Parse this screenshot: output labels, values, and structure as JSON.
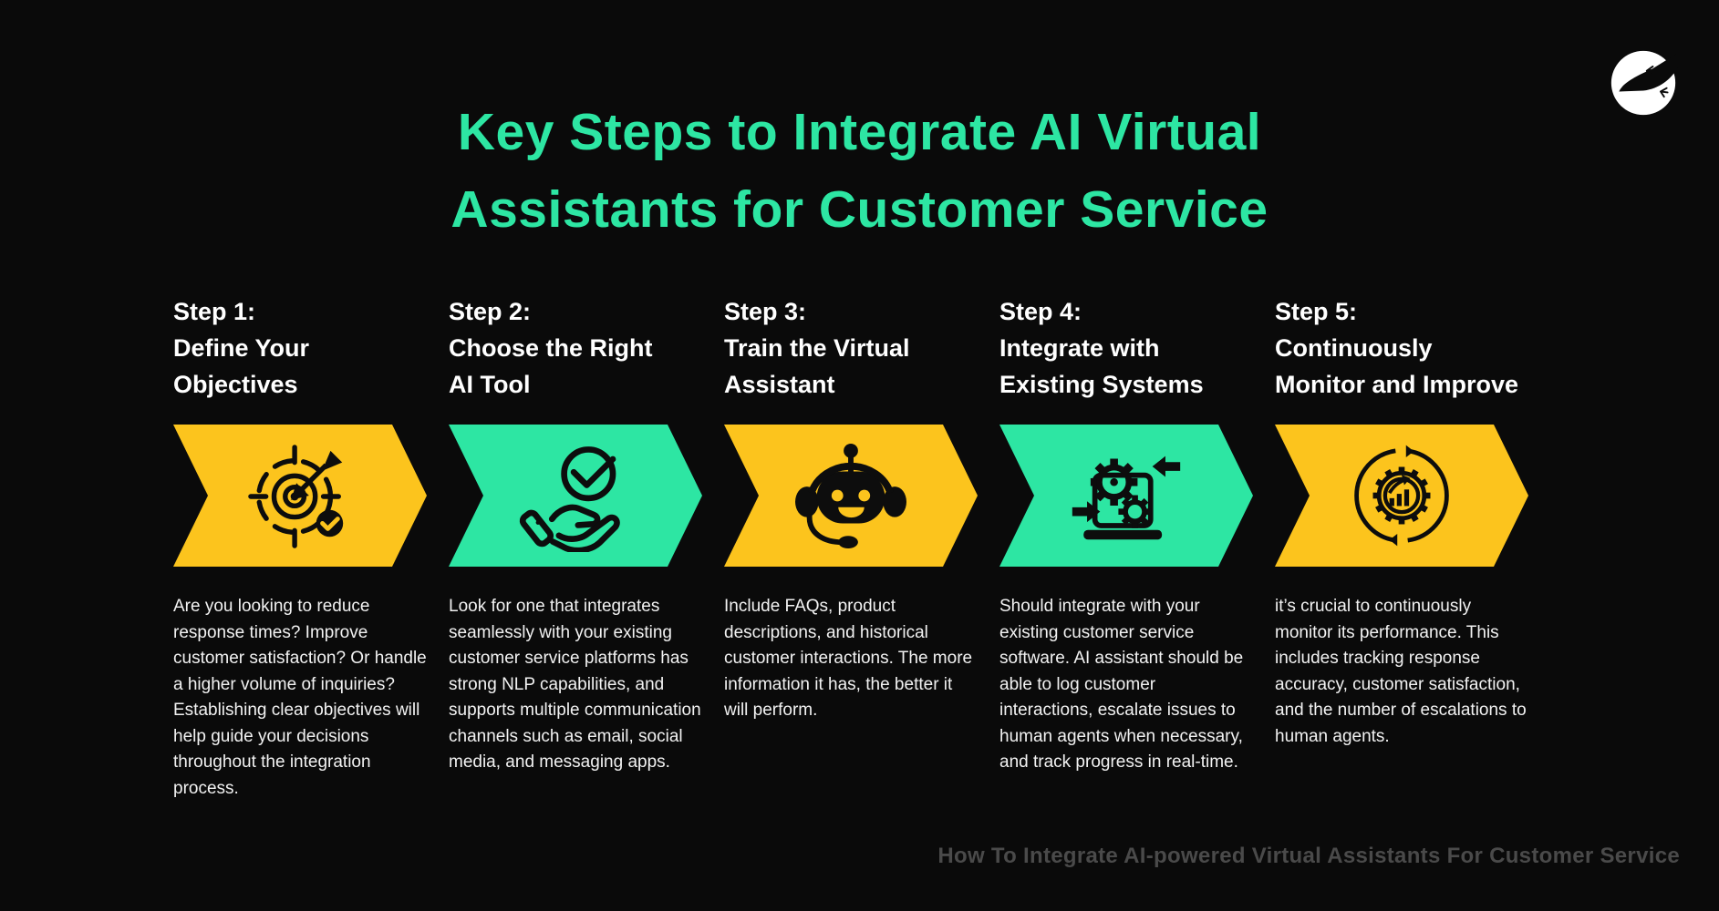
{
  "title": {
    "line1": "Key Steps to Integrate AI Virtual",
    "line2": "Assistants for Customer Service"
  },
  "logo": {
    "icon": "gecko-circle-logo"
  },
  "steps": [
    {
      "label": "Step 1:",
      "title_line1": "Define Your",
      "title_line2": "Objectives",
      "description": "Are you looking to reduce response times? Improve customer satisfaction? Or handle a higher volume of inquiries? Establishing clear objectives will help guide your decisions throughout the integration process.",
      "icon": "target-dart-check-icon",
      "arrow_color": "#FCC41D"
    },
    {
      "label": "Step 2:",
      "title_line1": "Choose the Right",
      "title_line2": "AI Tool",
      "description": "Look for one that integrates seamlessly with your existing customer service platforms has strong NLP capabilities, and supports multiple communication channels such as email, social media, and messaging apps.",
      "icon": "hand-check-icon",
      "arrow_color": "#2DE6A3"
    },
    {
      "label": "Step 3:",
      "title_line1": "Train the Virtual",
      "title_line2": "Assistant",
      "description": "Include FAQs, product descriptions, and historical customer interactions. The more information it has, the better it will perform.",
      "icon": "chatbot-robot-icon",
      "arrow_color": "#FCC41D"
    },
    {
      "label": "Step 4:",
      "title_line1": "Integrate with",
      "title_line2": "Existing Systems",
      "description": "Should integrate with your existing customer service software. AI assistant should be able to log customer interactions, escalate issues to human agents when necessary, and track progress in real-time.",
      "icon": "laptop-gears-icon",
      "arrow_color": "#2DE6A3"
    },
    {
      "label": "Step 5:",
      "title_line1": "Continuously",
      "title_line2": "Monitor and Improve",
      "description": "it’s crucial to continuously monitor its performance. This includes tracking response accuracy, customer satisfaction, and the number of escalations to human agents.",
      "icon": "gear-chart-cycle-icon",
      "arrow_color": "#FCC41D"
    }
  ],
  "footer": {
    "text": "How To Integrate AI-powered Virtual Assistants For Customer Service"
  },
  "colors": {
    "background": "#0a0a0a",
    "accent_green": "#2DE6A3",
    "accent_yellow": "#FCC41D",
    "heading_text": "#ffffff",
    "body_text": "#f2f2f2",
    "footer_text": "#4a4a4a"
  }
}
